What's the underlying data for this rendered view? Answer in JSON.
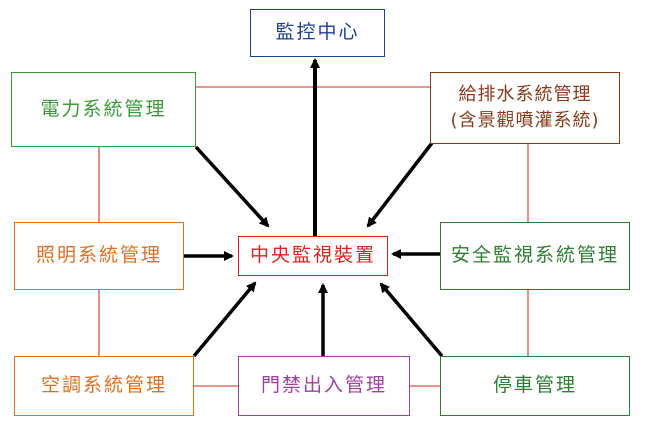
{
  "diagram": {
    "nodes": {
      "monitor_center": {
        "lines": [
          "監控中心"
        ],
        "color": "#1f3f8f"
      },
      "power": {
        "lines": [
          "電力系統管理"
        ],
        "color": "#3a9a3a"
      },
      "water": {
        "lines": [
          "給排水系統管理",
          "(含景觀噴灌系統)"
        ],
        "color": "#8b3a1a"
      },
      "lighting": {
        "lines": [
          "照明系統管理"
        ],
        "color": "#e07020"
      },
      "central": {
        "lines": [
          "中央監視裝置"
        ],
        "color": "#e02020"
      },
      "security": {
        "lines": [
          "安全監視系統管理"
        ],
        "color": "#2e7d32"
      },
      "air_conditioning": {
        "lines": [
          "空調系統管理"
        ],
        "color": "#e07020"
      },
      "access_control": {
        "lines": [
          "門禁出入管理"
        ],
        "color": "#a040a0"
      },
      "parking": {
        "lines": [
          "停車管理"
        ],
        "color": "#2e7d32"
      }
    },
    "colors": {
      "arrow": "#000000",
      "connector": "#e05040"
    }
  }
}
